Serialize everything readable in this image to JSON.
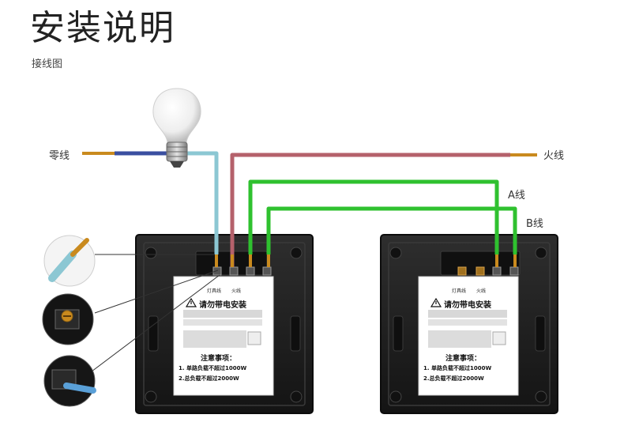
{
  "header": {
    "title": "安装说明",
    "subtitle": "接线图"
  },
  "wire_labels": {
    "neutral": "零线",
    "live": "火线",
    "a": "A线",
    "b": "B线"
  },
  "switch_label": {
    "terminal_1": "灯具线",
    "terminal_2": "火线",
    "warning_title": "请勿带电安装",
    "notes_title": "注意事项：",
    "note_1": "1. 单路负载不超过1000W",
    "note_2": "2.总负载不超过2000W"
  },
  "colors": {
    "neutral_wire": "#3a4fa0",
    "live_wire": "#b5616b",
    "lamp_wire": "#8cc7d3",
    "traveler_wire": "#2fc12f",
    "copper": "#c98a1e",
    "plate": "#1e1e1e"
  },
  "icons": [
    "light-bulb-icon",
    "warning-icon"
  ]
}
